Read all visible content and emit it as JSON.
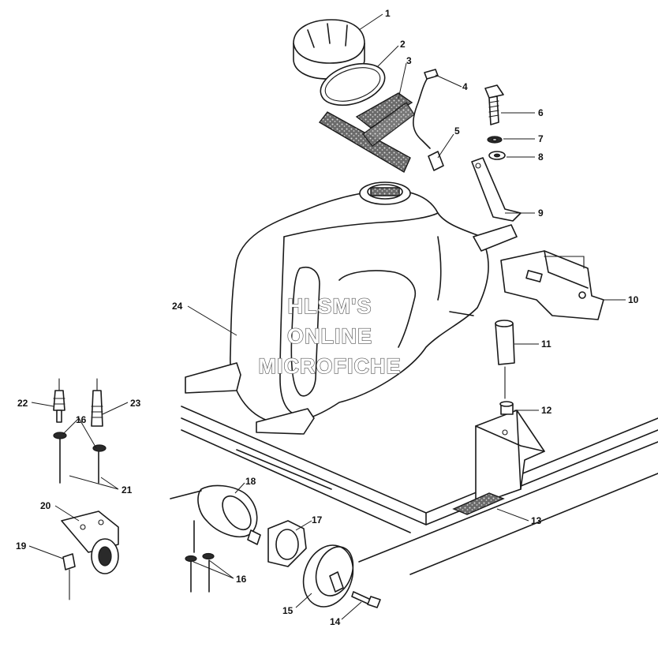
{
  "watermark": {
    "line1": "HLSM'S",
    "line2": "ONLINE",
    "line3": "MICROFICHE"
  },
  "callouts": {
    "c1": "1",
    "c2": "2",
    "c3": "3",
    "c4": "4",
    "c5": "5",
    "c6": "6",
    "c7": "7",
    "c8": "8",
    "c9": "9",
    "c10": "10",
    "c11": "11",
    "c12": "12",
    "c13": "13",
    "c14": "14",
    "c15": "15",
    "c16a": "16",
    "c16b": "16",
    "c17": "17",
    "c18": "18",
    "c19": "19",
    "c20": "20",
    "c21": "21",
    "c22": "22",
    "c23": "23",
    "c24": "24"
  },
  "colors": {
    "line": "#1a1a1a",
    "background": "#ffffff"
  }
}
